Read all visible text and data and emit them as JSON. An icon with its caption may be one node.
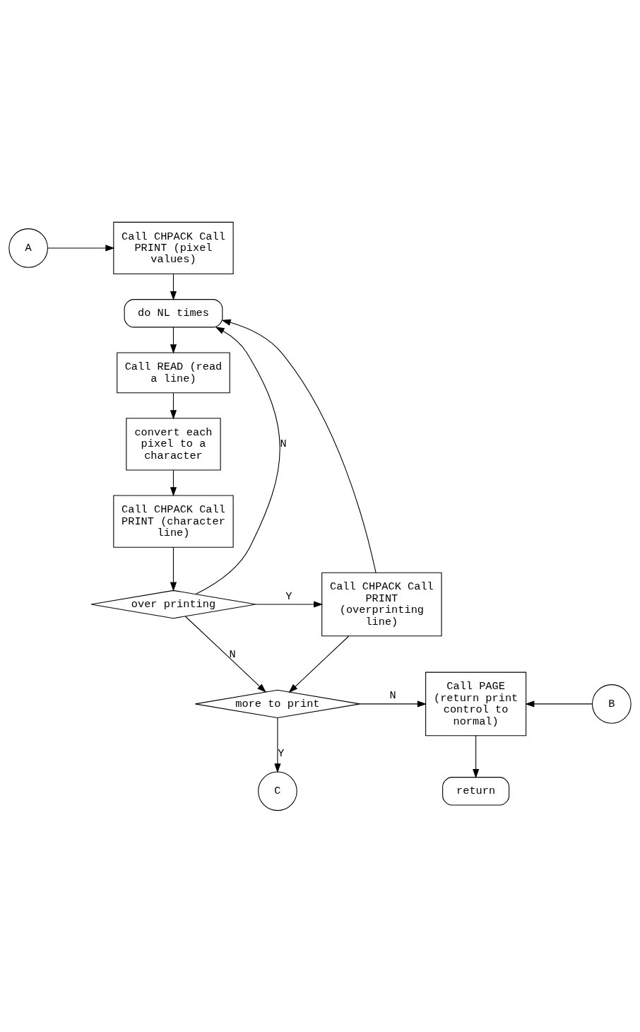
{
  "diagram": {
    "nodes": [
      {
        "text": [
          "A"
        ]
      },
      {
        "text": [
          "Call CHPACK Call PRINT (pixel values)"
        ]
      },
      {
        "text": [
          "do NL times"
        ]
      },
      {
        "text": [
          "Call READ (read a line)"
        ]
      },
      {
        "text": [
          "convert each pixel to a character"
        ]
      },
      {
        "text": [
          "Call CHPACK Call PRINT (character line)"
        ]
      },
      {
        "text": [
          "over printing"
        ]
      },
      {
        "text": [
          "Call CHPACK Call PRINT (overprinting line)"
        ]
      },
      {
        "text": [
          "more to print"
        ]
      },
      {
        "text": [
          "Call PAGE (return print control to normal)"
        ]
      },
      {
        "text": [
          "B"
        ]
      },
      {
        "text": [
          "C"
        ]
      },
      {
        "text": [
          "return"
        ]
      }
    ],
    "edges": [
      {
        "from": 0,
        "to": 1,
        "arrow": "to"
      },
      {
        "from": 1,
        "to": 2,
        "arrow": "to"
      },
      {
        "from": 2,
        "to": 3,
        "arrow": "to"
      },
      {
        "from": 3,
        "to": 4,
        "arrow": "to"
      },
      {
        "from": 4,
        "to": 5,
        "arrow": "to"
      },
      {
        "from": 5,
        "to": 6,
        "arrow": "to"
      },
      {
        "from": 6,
        "to": 7,
        "label": "Y",
        "arrow": "to"
      },
      {
        "from": 6,
        "to": 2,
        "label": "N",
        "arrow": "to"
      },
      {
        "from": 7,
        "to": 2,
        "arrow": "to"
      },
      {
        "from": 6,
        "to": 8,
        "label": "N",
        "arrow": "to"
      },
      {
        "from": 7,
        "to": 8,
        "arrow": "to"
      },
      {
        "from": 8,
        "to": 9,
        "label": "N",
        "arrow": "to"
      },
      {
        "from": 8,
        "to": 11,
        "label": "Y",
        "arrow": "to"
      },
      {
        "from": 10,
        "to": 9,
        "arrow": "to"
      },
      {
        "from": 9,
        "to": 12,
        "arrow": "to"
      }
    ]
  }
}
